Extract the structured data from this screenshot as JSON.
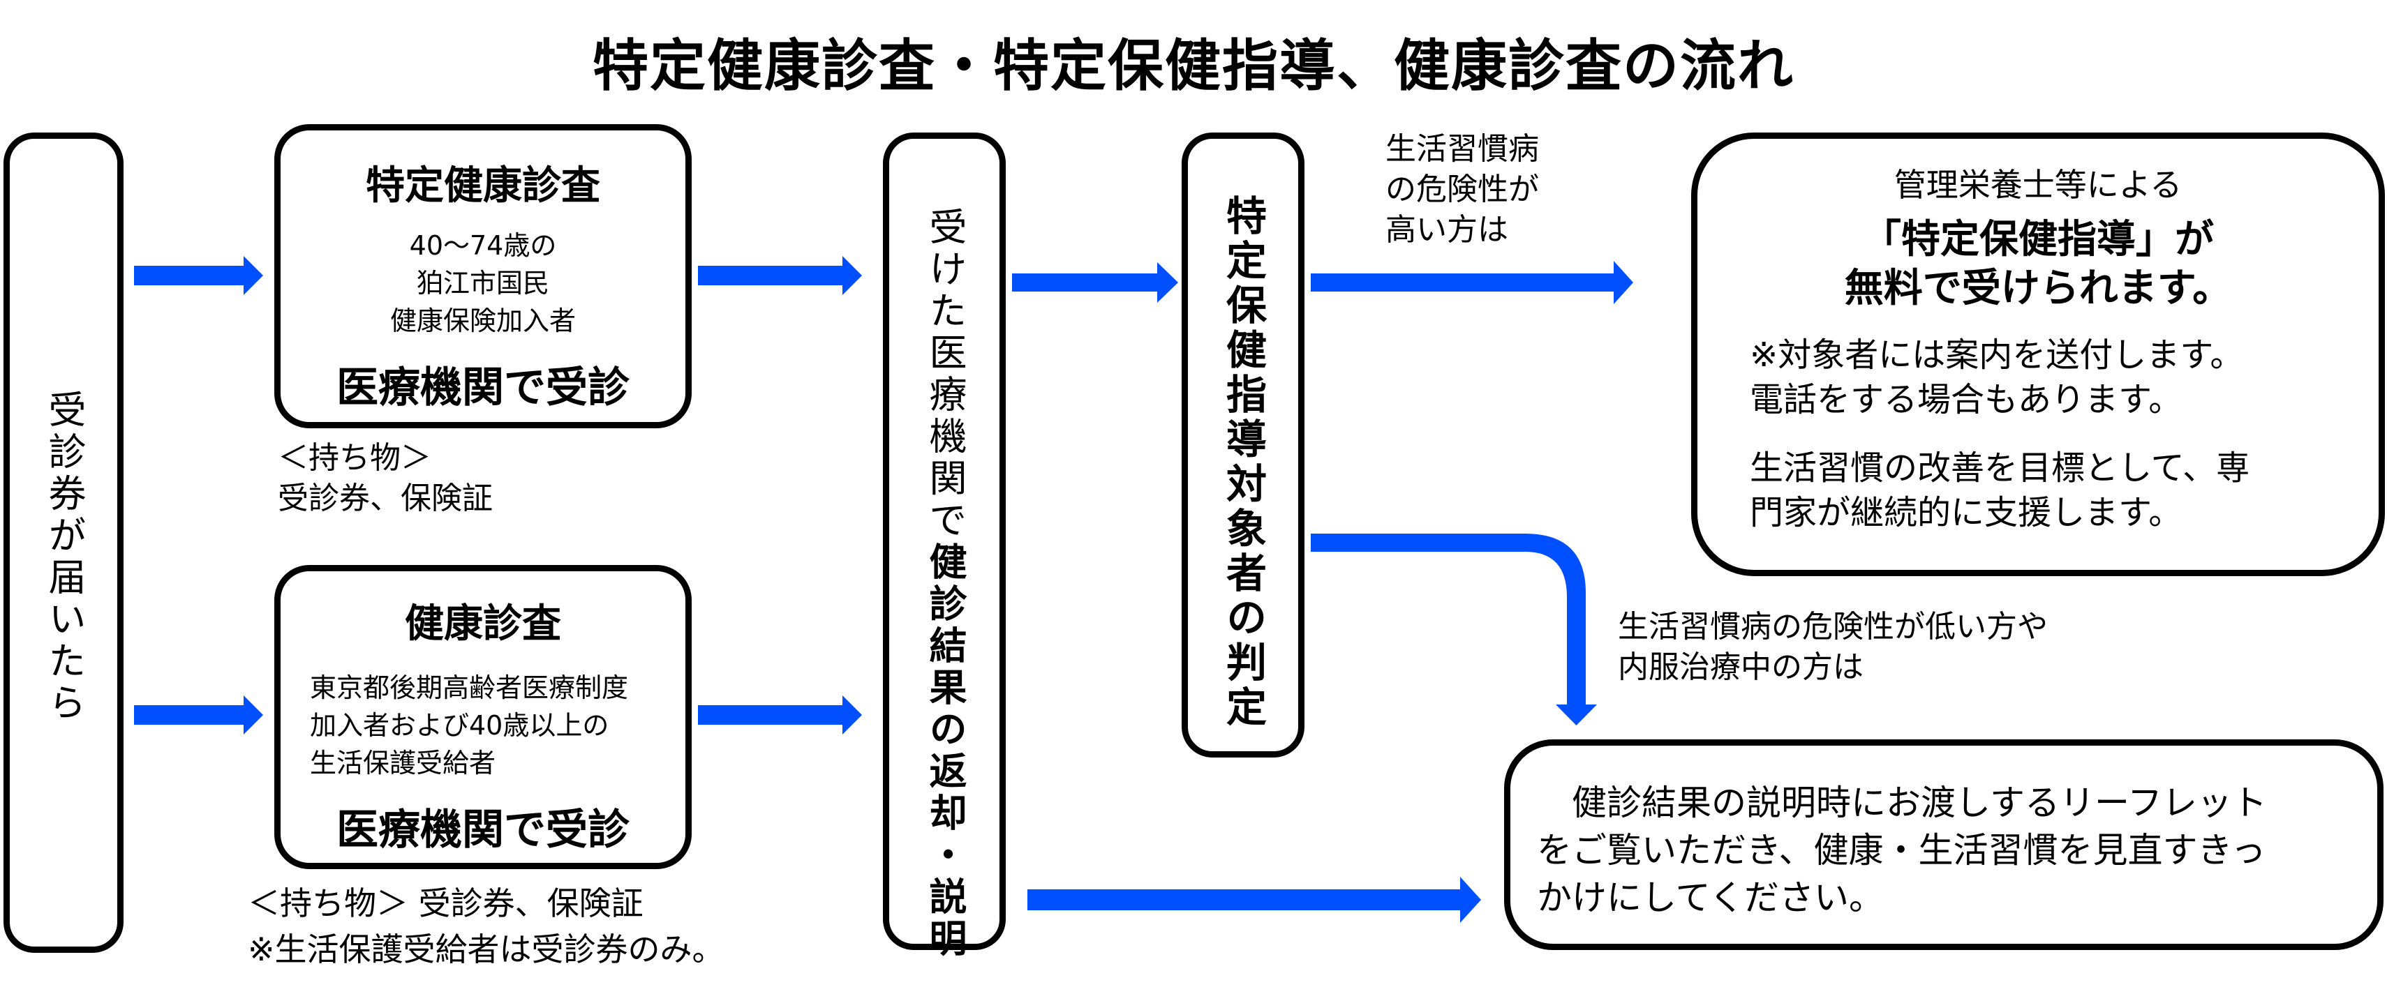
{
  "title": "特定健康診査・特定保健指導、健康診査の流れ",
  "colors": {
    "arrow": "#0050FF",
    "border": "#000000",
    "background": "#FFFFFF"
  },
  "step_receive": {
    "label": "受診券が届いたら"
  },
  "tokutei_kenshin": {
    "heading": "特定健康診査",
    "eligibility": [
      "40～74歳の",
      "狛江市国民",
      "健康保険加入者"
    ],
    "action": "医療機関で受診",
    "belongings_label": "＜持ち物＞",
    "belongings": "受診券、保険証"
  },
  "kenko_shinsa": {
    "heading": "健康診査",
    "eligibility": [
      "東京都後期高齢者医療制度",
      "加入者および40歳以上の",
      "生活保護受給者"
    ],
    "action": "医療機関で受診",
    "belongings_line": "＜持ち物＞ 受診券、保険証",
    "belongings_note": "※生活保護受給者は受診券のみ。"
  },
  "step_results": {
    "label_normal": "受けた医療機関で",
    "label_bold": "健診結果の返却・説明"
  },
  "step_judgment": {
    "label": "特定保健指導対象者の判定"
  },
  "branch_high": {
    "label": [
      "生活習慣病",
      "の危険性が",
      "高い方は"
    ]
  },
  "branch_low": {
    "label": [
      "生活習慣病の危険性が低い方や",
      "内服治療中の方は"
    ]
  },
  "guidance_box": {
    "intro": "管理栄養士等による",
    "headline": [
      "「特定保健指導」が",
      "無料で受けられます。"
    ],
    "notice": [
      "※対象者には案内を送付します。",
      "電話をする場合もあります。"
    ],
    "description": [
      "生活習慣の改善を目標として、専",
      "門家が継続的に支援します。"
    ]
  },
  "leaflet_box": {
    "text": [
      "　健診結果の説明時にお渡しするリーフレット",
      "をご覧いただき、健康・生活習慣を見直すきっ",
      "かけにしてください。"
    ]
  }
}
